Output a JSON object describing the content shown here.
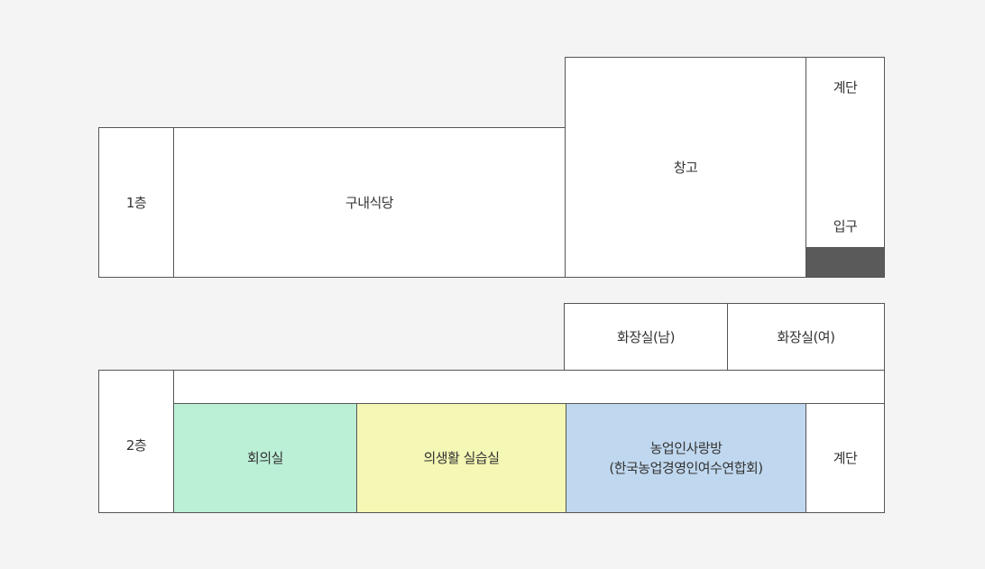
{
  "floor1": {
    "label": "1층",
    "rooms": {
      "cafeteria": "구내식당",
      "storage": "창고",
      "stairs": "계단",
      "entrance": "입구"
    }
  },
  "floor2": {
    "label": "2층",
    "rooms": {
      "restroom_men": "화장실(남)",
      "restroom_women": "화장실(여)",
      "meeting_room": "회의실",
      "practice_room": "의생활 실습실",
      "farmers_lounge_line1": "농업인사랑방",
      "farmers_lounge_line2": "(한국농업경영인여수연합회)",
      "stairs": "계단"
    }
  },
  "colors": {
    "background": "#f4f4f4",
    "border": "#555555",
    "meeting_room": "#bbefd6",
    "practice_room": "#f5f7b4",
    "farmers_lounge": "#c0d8ef",
    "entrance_block": "#5a5a5a"
  }
}
